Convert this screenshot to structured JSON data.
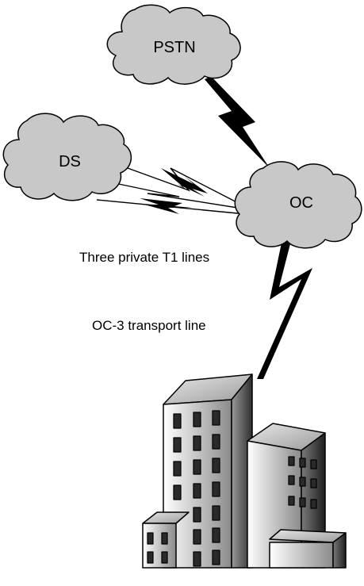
{
  "clouds": {
    "pstn": "PSTN",
    "ds": "DS",
    "oc": "OC"
  },
  "links": {
    "t1": "Three private T1 lines",
    "oc3": "OC-3 transport line"
  },
  "colors": {
    "cloud_fill": "#c8c8c8",
    "outline": "#000000",
    "bolt": "#000000",
    "building_light": "#ffffff",
    "building_dark": "#4a4a4a"
  },
  "icons": [
    "cloud-icon",
    "lightning-bolt-icon",
    "building-icon"
  ]
}
